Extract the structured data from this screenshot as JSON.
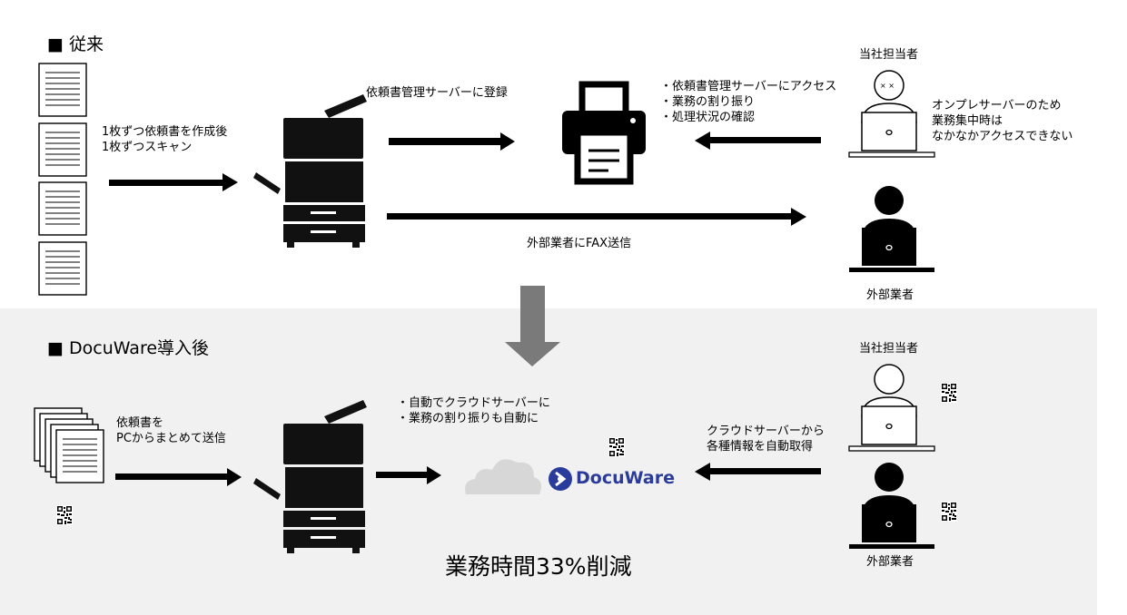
{
  "before": {
    "heading": "■ 従来",
    "scan_note": "1枚ずつ依頼書を作成後\n1枚ずつスキャン",
    "register_label": "依頼書管理サーバーに登録",
    "access_note": "・依頼書管理サーバーにアクセス\n・業務の割り振り\n・処理状況の確認",
    "staff_label": "当社担当者",
    "staff_note": "オンプレサーバーのため\n業務集中時は\nなかなかアクセスできない",
    "fax_label": "外部業者にFAX送信",
    "vendor_label": "外部業者"
  },
  "after": {
    "heading": "■ DocuWare導入後",
    "send_note": "依頼書を\nPCからまとめて送信",
    "auto_note": "・自動でクラウドサーバーに\n・業務の割り振りも自動に",
    "cloud_note": "クラウドサーバーから\n各種情報を自動取得",
    "staff_label": "当社担当者",
    "vendor_label": "外部業者",
    "logo_text": "DocuWare",
    "result": "業務時間33%削減"
  }
}
